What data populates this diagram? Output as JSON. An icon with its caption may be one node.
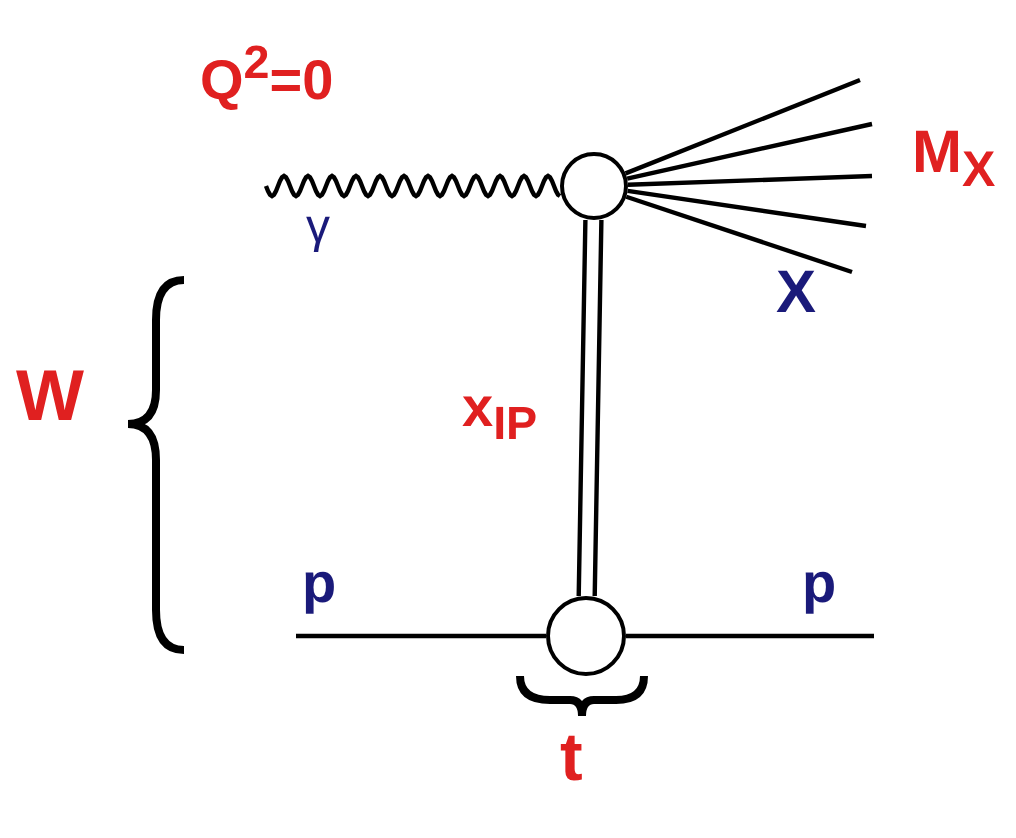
{
  "diagram": {
    "nodes": [
      {
        "text": [],
        "shape": "circle"
      },
      {
        "text": [],
        "shape": "circle"
      }
    ],
    "edges": [
      {
        "from": null,
        "to": 0,
        "arrow": "none",
        "label": "γ"
      },
      {
        "from": 0,
        "to": null,
        "arrow": "none"
      },
      {
        "from": 0,
        "to": null,
        "arrow": "none"
      },
      {
        "from": 0,
        "to": null,
        "arrow": "none"
      },
      {
        "from": 0,
        "to": null,
        "arrow": "none"
      },
      {
        "from": 0,
        "to": null,
        "arrow": "none"
      },
      {
        "from": 0,
        "to": 1,
        "arrow": "none",
        "label": "x$_{IP}$"
      },
      {
        "from": null,
        "to": 1,
        "arrow": "none",
        "label": "p"
      },
      {
        "from": 1,
        "to": null,
        "arrow": "none",
        "label": "p"
      }
    ],
    "labels": [
      "Q$^{2}$=0",
      "M$_{X}$",
      "X",
      "W",
      "t"
    ]
  }
}
